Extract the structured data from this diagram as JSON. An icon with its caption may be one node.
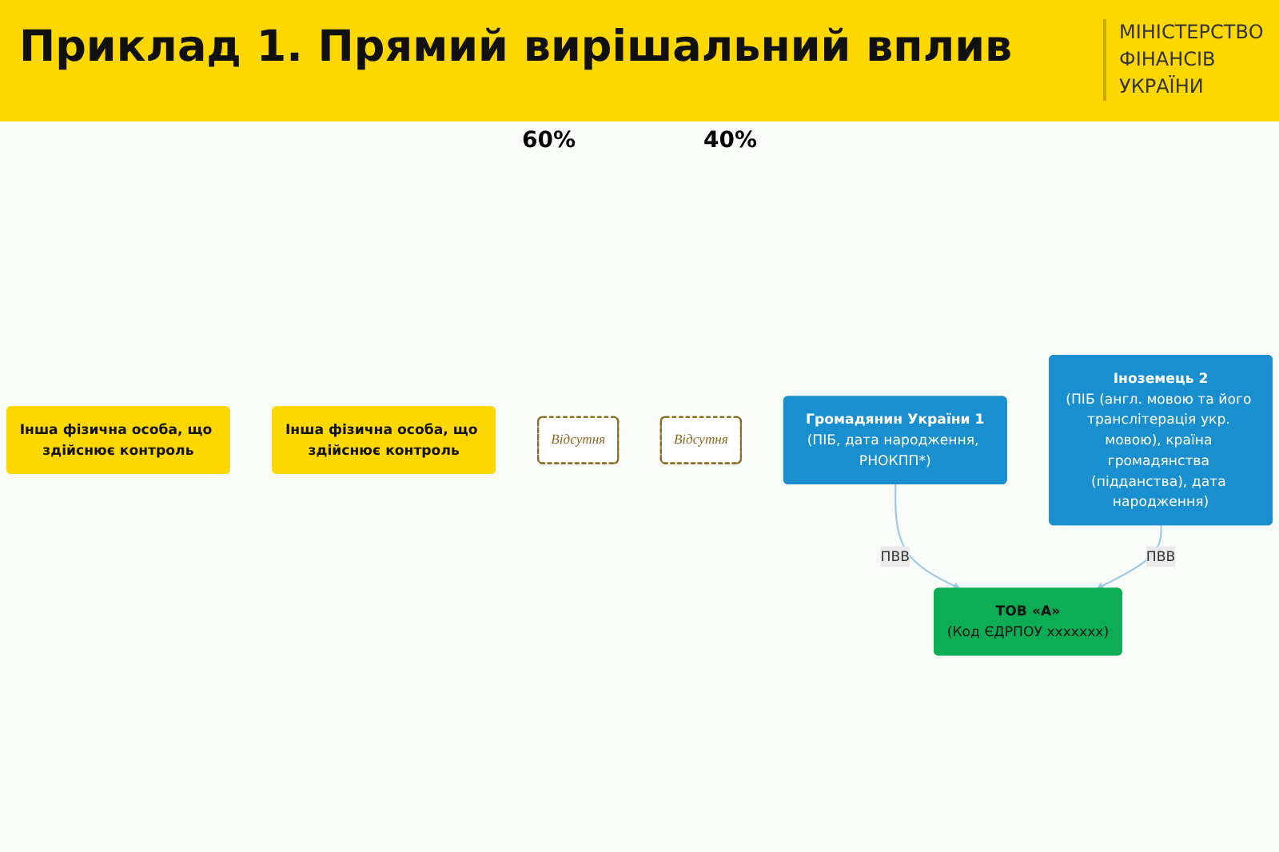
{
  "diagram": {
    "title": "Приклад 1. Прямий вирішальний вплив",
    "nodes": [
      {
        "text": [
          "Інша фізична особа, що здійснює контроль"
        ]
      },
      {
        "text": [
          "Інша фізична особа, що здійснює контроль"
        ]
      },
      {
        "text": [
          "Відсутня"
        ]
      },
      {
        "text": [
          "Відсутня"
        ]
      },
      {
        "text": [
          "Громадянин України 1",
          "(ПІБ, дата народження, РНОКПП*)"
        ]
      },
      {
        "text": [
          "Іноземець 2",
          "(ПІБ (англ. мовою та його транслітерація укр. мовою), країна громадянства (підданства), дата народження)"
        ]
      },
      {
        "text": [
          "ТОВ «А»",
          "(Код ЄДРПОУ xxxxxxx)"
        ]
      }
    ],
    "edges": [
      {
        "from": 4,
        "to": 6,
        "arrow": "to",
        "label": "ПВВ"
      },
      {
        "from": 5,
        "to": 6,
        "arrow": "to",
        "label": "ПВВ"
      }
    ],
    "labels": [
      "МІНІСТЕРСТВО ФІНАНСІВ УКРАЇНИ",
      "60%",
      "40%"
    ]
  }
}
